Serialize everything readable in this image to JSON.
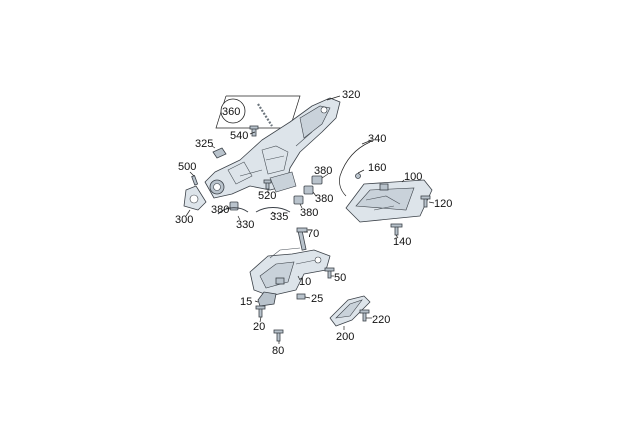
{
  "callouts": {
    "c360": "360",
    "c320": "320",
    "c540": "540",
    "c325": "325",
    "c340": "340",
    "c500": "500",
    "c160": "160",
    "c380a": "380",
    "c100": "100",
    "c520": "520",
    "c380b": "380",
    "c120": "120",
    "c300": "300",
    "c380c": "380",
    "c380d": "380",
    "c335": "335",
    "c330": "330",
    "c140": "140",
    "c70": "70",
    "c50": "50",
    "c10": "10",
    "c15": "15",
    "c25": "25",
    "c220": "220",
    "c20": "20",
    "c200": "200",
    "c80": "80"
  }
}
